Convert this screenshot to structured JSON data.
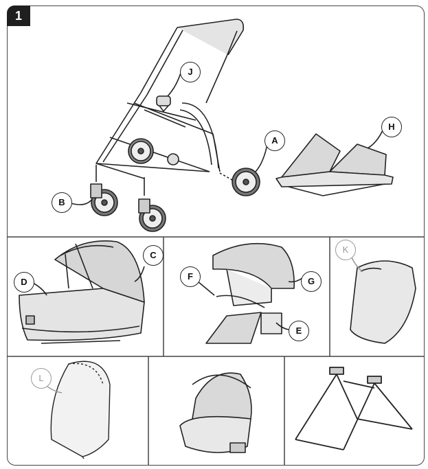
{
  "step_number": "1",
  "callouts": {
    "a": "A",
    "b": "B",
    "c": "C",
    "d": "D",
    "e": "E",
    "f": "F",
    "g": "G",
    "h": "H",
    "j": "J",
    "k": "K",
    "l": "L"
  },
  "colors": {
    "frame": "#444444",
    "line": "#222222",
    "fill": "#d9d9d9",
    "fill_light": "#ececec",
    "wheel": "#555555"
  }
}
